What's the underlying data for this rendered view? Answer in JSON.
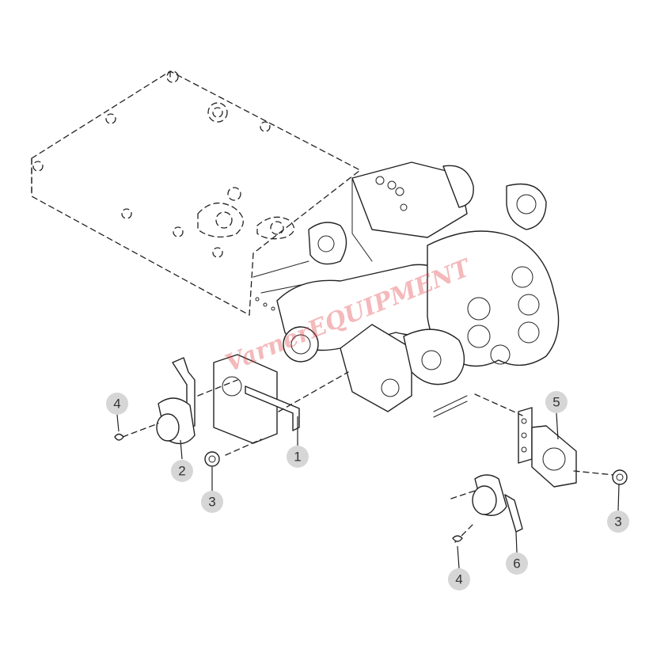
{
  "callouts": [
    {
      "id": "c4a",
      "label": "4"
    },
    {
      "id": "c2",
      "label": "2"
    },
    {
      "id": "c3a",
      "label": "3"
    },
    {
      "id": "c1",
      "label": "1"
    },
    {
      "id": "c5",
      "label": "5"
    },
    {
      "id": "c3b",
      "label": "3"
    },
    {
      "id": "c4b",
      "label": "4"
    },
    {
      "id": "c6",
      "label": "6"
    }
  ],
  "watermark": "VarnerEQUIPMENT",
  "colors": {
    "callout_fill": "#d6d6d6",
    "line": "#222222",
    "watermark": "#e0393e"
  }
}
